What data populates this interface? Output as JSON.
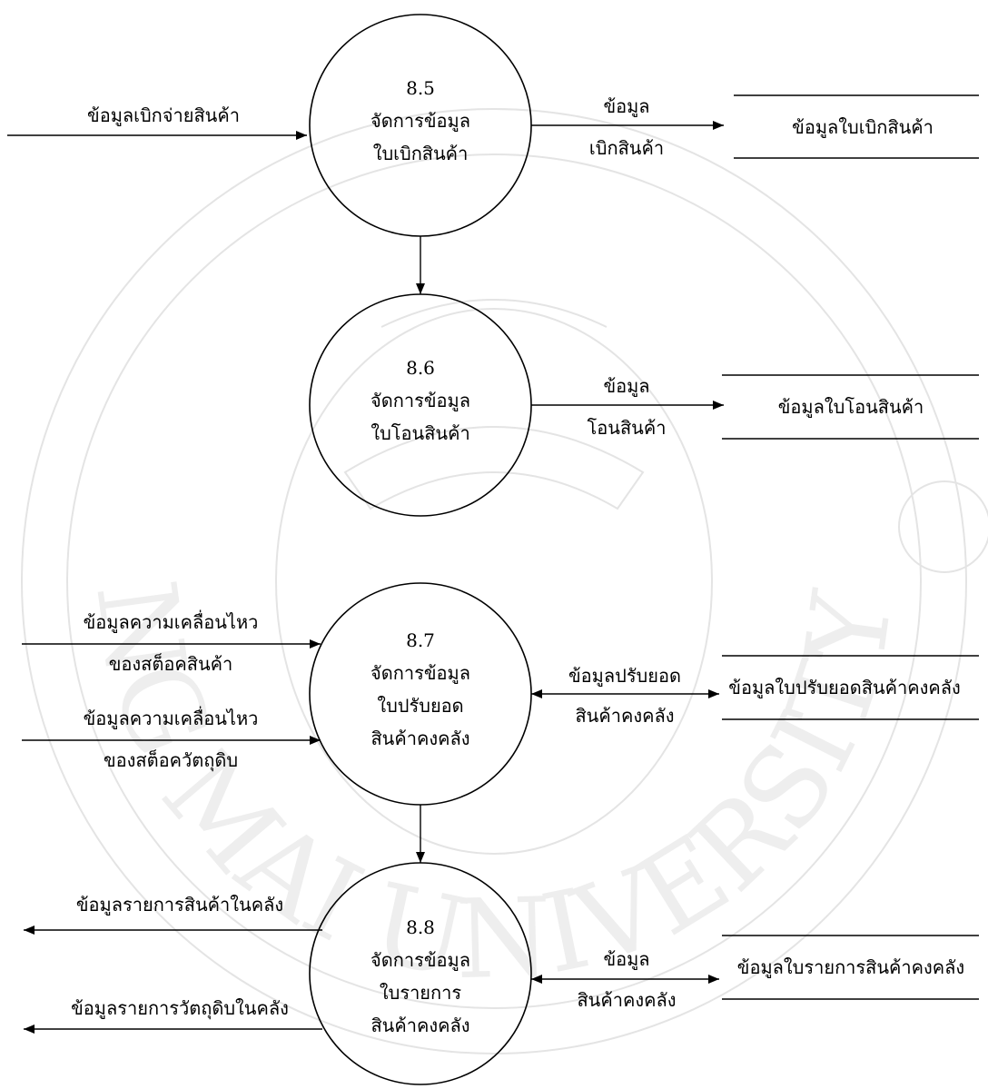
{
  "diagram": {
    "processes": [
      {
        "id": "p85",
        "number": "8.5",
        "line1": "จัดการข้อมูล",
        "line2": "ใบเบิกสินค้า",
        "line3": ""
      },
      {
        "id": "p86",
        "number": "8.6",
        "line1": "จัดการข้อมูล",
        "line2": "ใบโอนสินค้า",
        "line3": ""
      },
      {
        "id": "p87",
        "number": "8.7",
        "line1": "จัดการข้อมูล",
        "line2": "ใบปรับยอด",
        "line3": "สินค้าคงคลัง"
      },
      {
        "id": "p88",
        "number": "8.8",
        "line1": "จัดการข้อมูล",
        "line2": "ใบรายการ",
        "line3": "สินค้าคงคลัง"
      }
    ],
    "data_stores": [
      {
        "id": "s85",
        "label": "ข้อมูลใบเบิกสินค้า"
      },
      {
        "id": "s86",
        "label": "ข้อมูลใบโอนสินค้า"
      },
      {
        "id": "s87",
        "label": "ข้อมูลใบปรับยอดสินค้าคงคลัง"
      },
      {
        "id": "s88",
        "label": "ข้อมูลใบรายการสินค้าคงคลัง"
      }
    ],
    "flows": {
      "in_85": {
        "line1": "ข้อมูลเบิกจ่ายสินค้า"
      },
      "out_85": {
        "line1": "ข้อมูล",
        "line2": "เบิกสินค้า"
      },
      "out_86": {
        "line1": "ข้อมูล",
        "line2": "โอนสินค้า"
      },
      "in_87a": {
        "line1": "ข้อมูลความเคลื่อนไหว",
        "line2": "ของสต็อคสินค้า"
      },
      "in_87b": {
        "line1": "ข้อมูลความเคลื่อนไหว",
        "line2": "ของสต็อควัตถุดิบ"
      },
      "io_87": {
        "line1": "ข้อมูลปรับยอด",
        "line2": "สินค้าคงคลัง"
      },
      "out_88a": {
        "line1": "ข้อมูลรายการสินค้าในคลัง"
      },
      "out_88b": {
        "line1": "ข้อมูลรายการวัตถุดิบในคลัง"
      },
      "io_88": {
        "line1": "ข้อมูล",
        "line2": "สินค้าคงคลัง"
      }
    },
    "watermark": {
      "text": "CHIANG MAI UNIVERSITY 1964"
    }
  }
}
